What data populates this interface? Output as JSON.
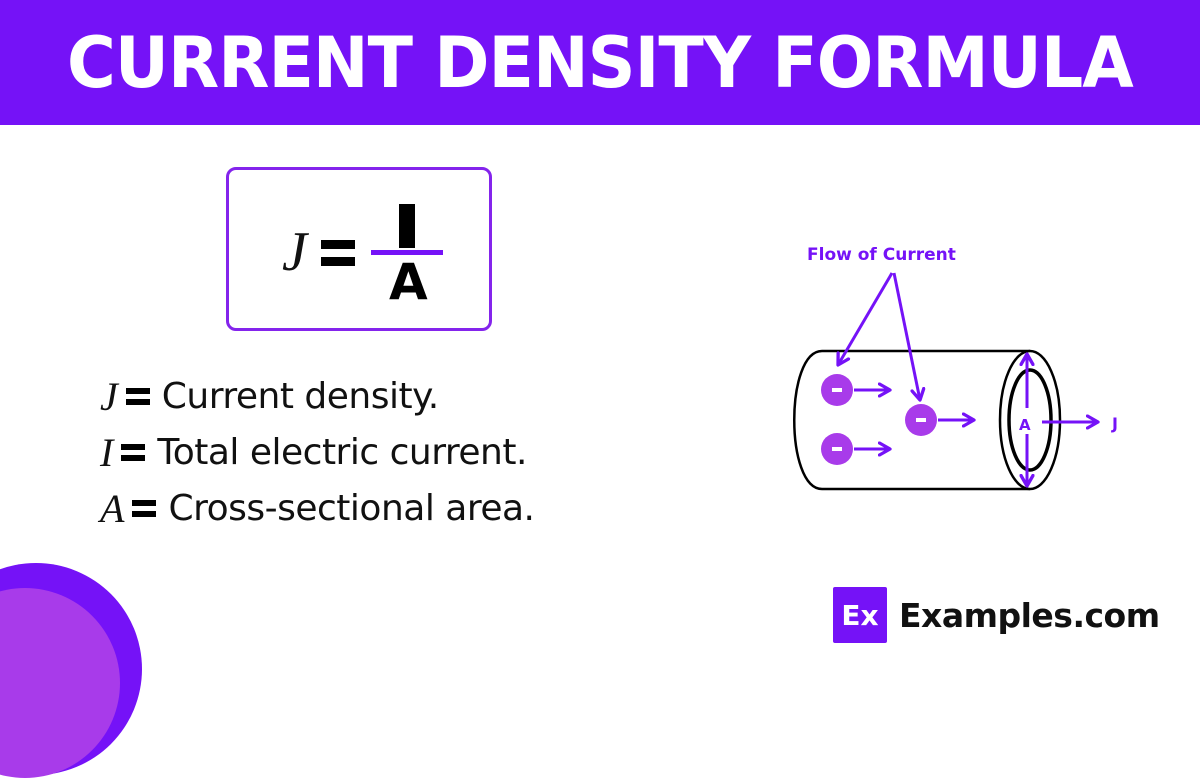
{
  "header": {
    "title": "CURRENT DENSITY FORMULA",
    "background_color": "#7512f7"
  },
  "formula": {
    "lhs": "J",
    "numerator": "I",
    "denominator": "A",
    "fraction_bar_color": "#7512f7",
    "border_color": "#8424ec"
  },
  "definitions": [
    {
      "symbol": "J",
      "text": "Current density."
    },
    {
      "symbol": "I",
      "text": "Total electric current."
    },
    {
      "symbol": "A",
      "text": "Cross-sectional area."
    }
  ],
  "diagram": {
    "label_flow": "Flow of Current",
    "label_area": "A",
    "label_density": "J",
    "electron_symbol": "-",
    "electron_count": 3,
    "accent_color": "#7512f7",
    "electron_color": "#a83bea"
  },
  "brand": {
    "logo_mark": "Ex",
    "name": "Examples.com"
  }
}
